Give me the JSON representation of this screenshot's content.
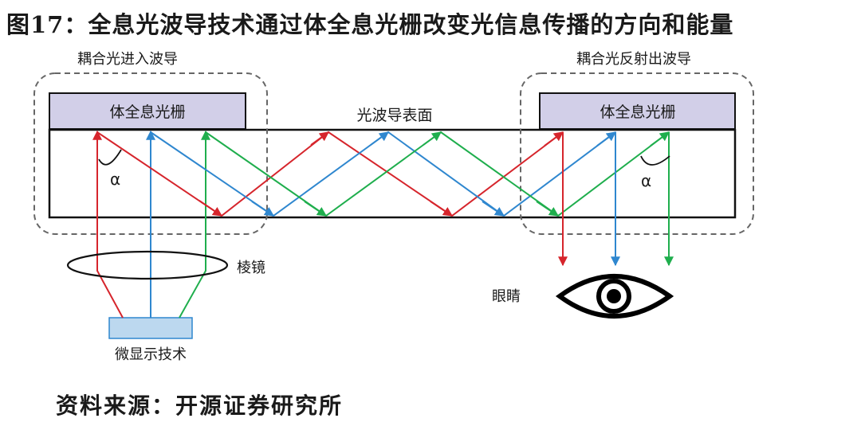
{
  "figure": {
    "title": "图17：全息光波导技术通过体全息光栅改变光信息传播的方向和能量",
    "source": "资料来源：开源证券研究所"
  },
  "diagram": {
    "coupling_in_label": "耦合光进入波导",
    "coupling_out_label": "耦合光反射出波导",
    "grating_left_label": "体全息光栅",
    "grating_right_label": "体全息光栅",
    "waveguide_surface_label": "光波导表面",
    "angle_symbol": "α",
    "prism_label": "棱镜",
    "microdisplay_label": "微显示技术",
    "eye_label": "眼睛",
    "colors": {
      "red": "#d6252c",
      "blue": "#2f87cf",
      "green": "#1fae4d",
      "grating_fill": "#d2cfe8",
      "microdisplay_fill": "#bcd8ef",
      "dashed_box": "#666666"
    },
    "icons": [
      "eye-icon",
      "prism-lens",
      "microdisplay-block",
      "arrow-head"
    ]
  }
}
